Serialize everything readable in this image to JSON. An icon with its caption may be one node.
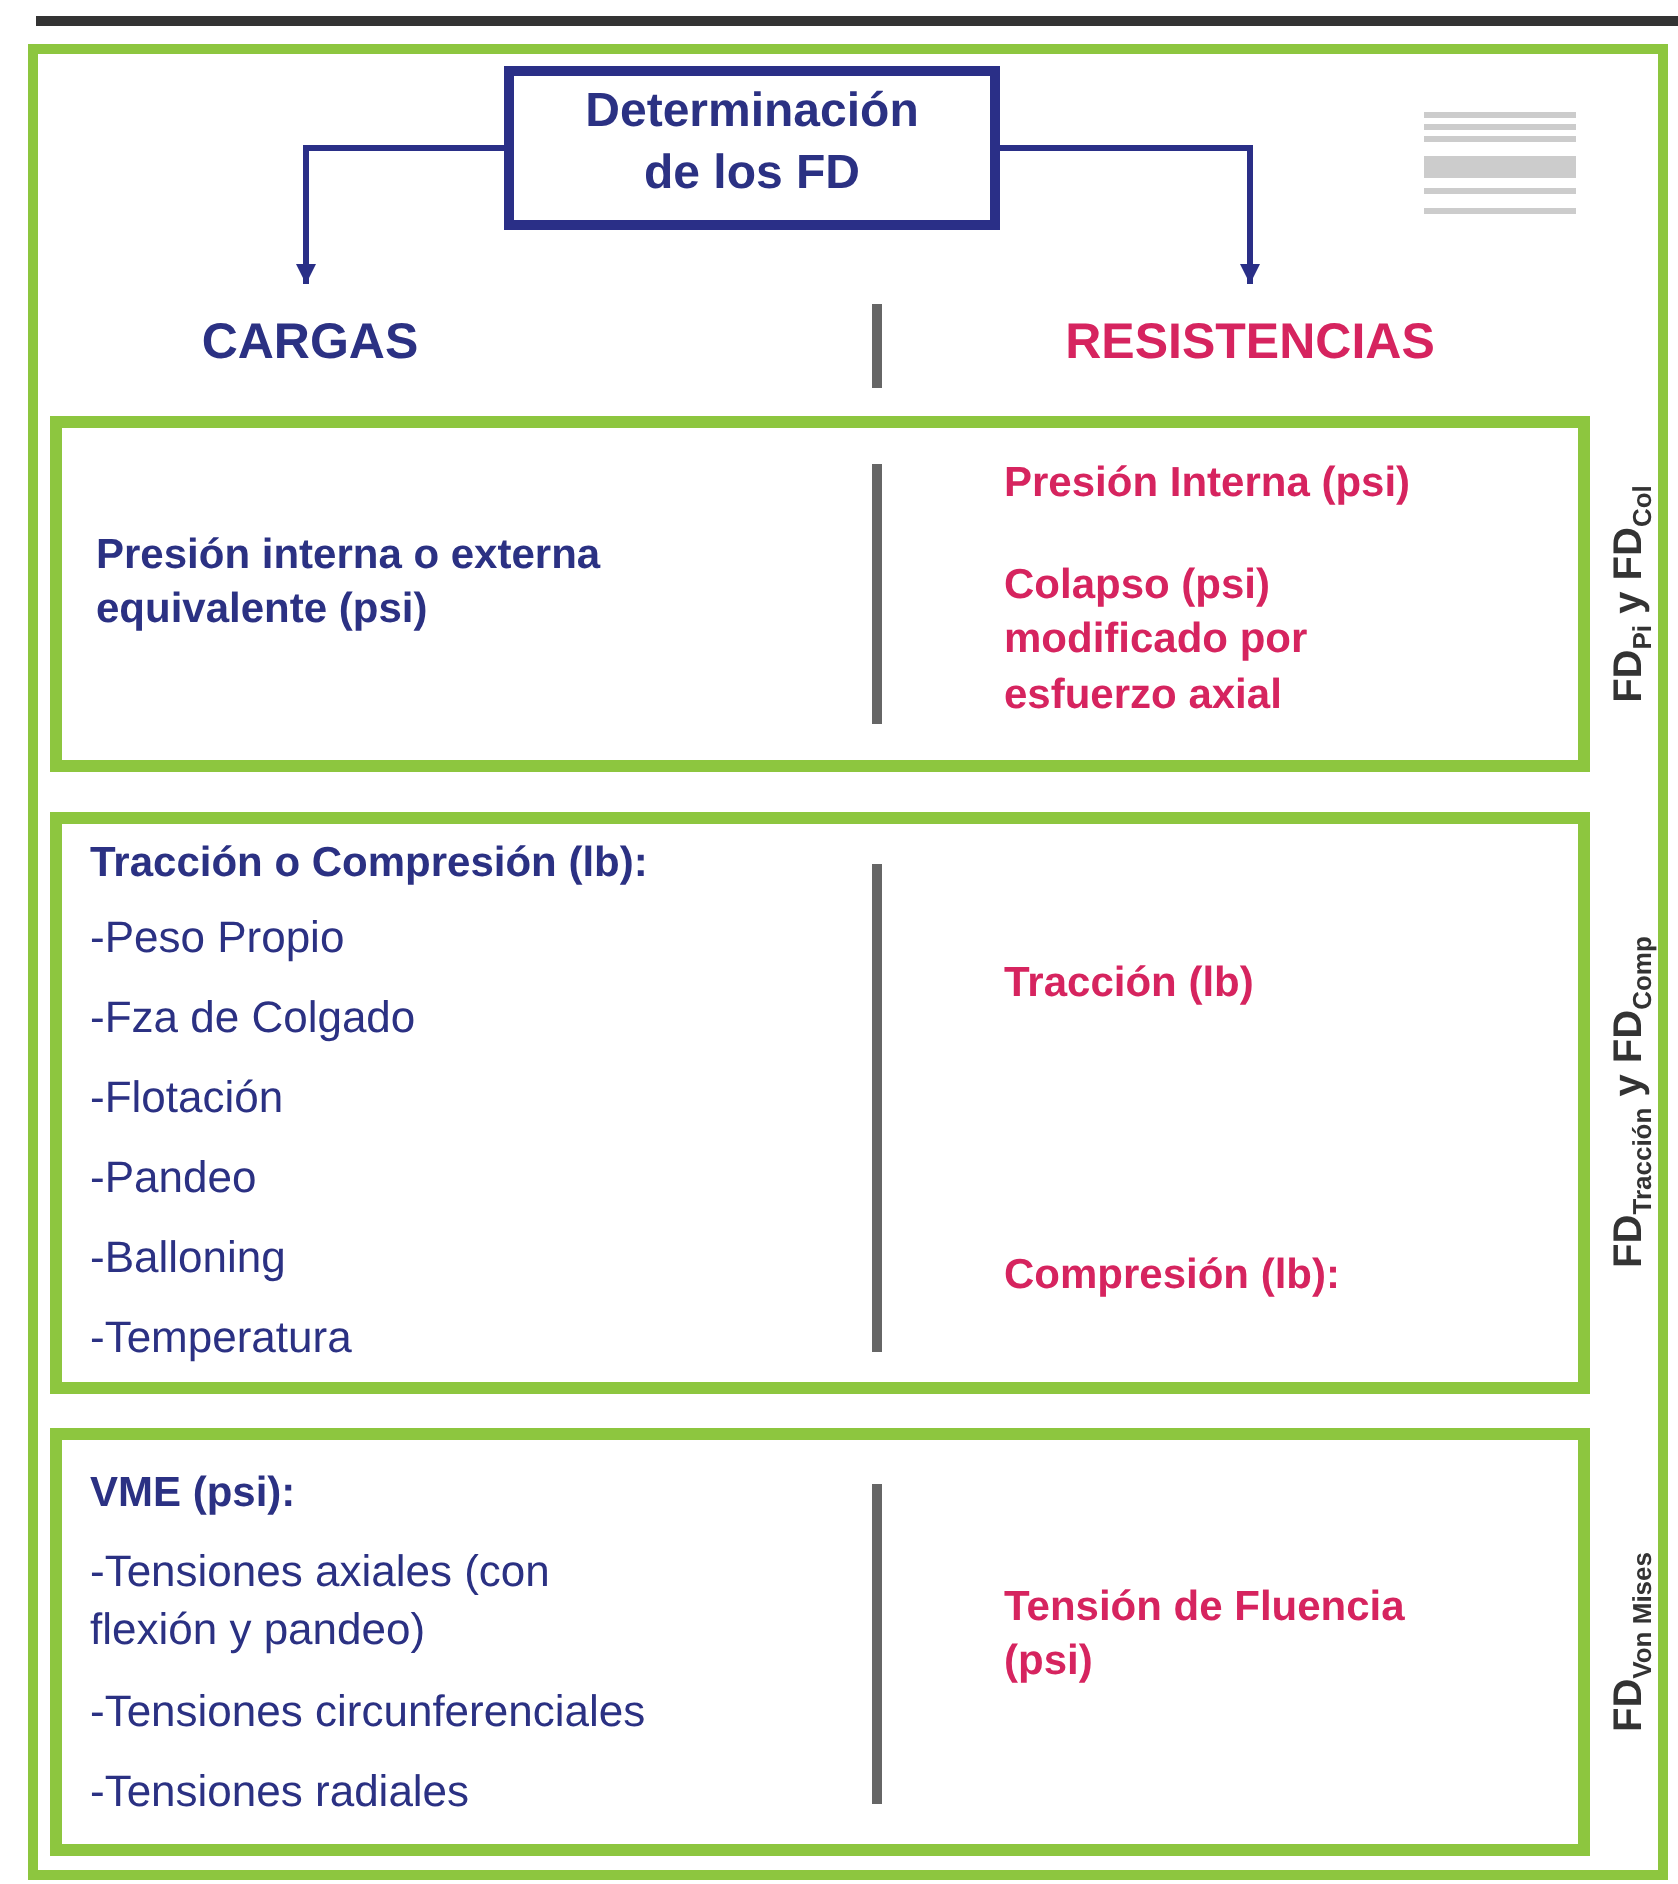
{
  "diagram": {
    "nodes": [
      {
        "text": [],
        "shape": "box"
      },
      {
        "text": [
          "Determinación de los FD"
        ],
        "in": 0
      },
      {
        "text": [
          "CARGAS"
        ],
        "in": 0
      },
      {
        "text": [
          "RESISTENCIAS"
        ],
        "in": 0
      },
      {
        "text": [
          "Presión interna o externa equivalente (psi)",
          "Presión Interna (psi)",
          "Colapso (psi) modificado por esfuerzo axial"
        ],
        "beside": [
          "FD$_{Pi}$ y FD$_{Col}$"
        ],
        "in": 0
      },
      {
        "text": [
          "Tracción o Compresión (lb):",
          "-Peso Propio",
          "-Fza de Colgado",
          "-Flotación",
          "-Pandeo",
          "-Balloning",
          "-Temperatura",
          "Tracción  (lb)",
          "Compresión (lb):"
        ],
        "beside": [
          "FD$_{Tracción}$ y FD$_{Comp}$"
        ],
        "in": 0
      },
      {
        "text": [
          "VME (psi):",
          "-Tensiones axiales (con flexión y pandeo)",
          "-Tensiones circunferenciales",
          "-Tensiones radiales",
          "Tensión de Fluencia (psi)"
        ],
        "beside": [
          "FD$_{Von Mises}$"
        ],
        "in": 0
      }
    ],
    "edges": [
      {
        "from": 1,
        "to": 2,
        "arrow": "to"
      },
      {
        "from": 1,
        "to": 3,
        "arrow": "to"
      }
    ]
  }
}
